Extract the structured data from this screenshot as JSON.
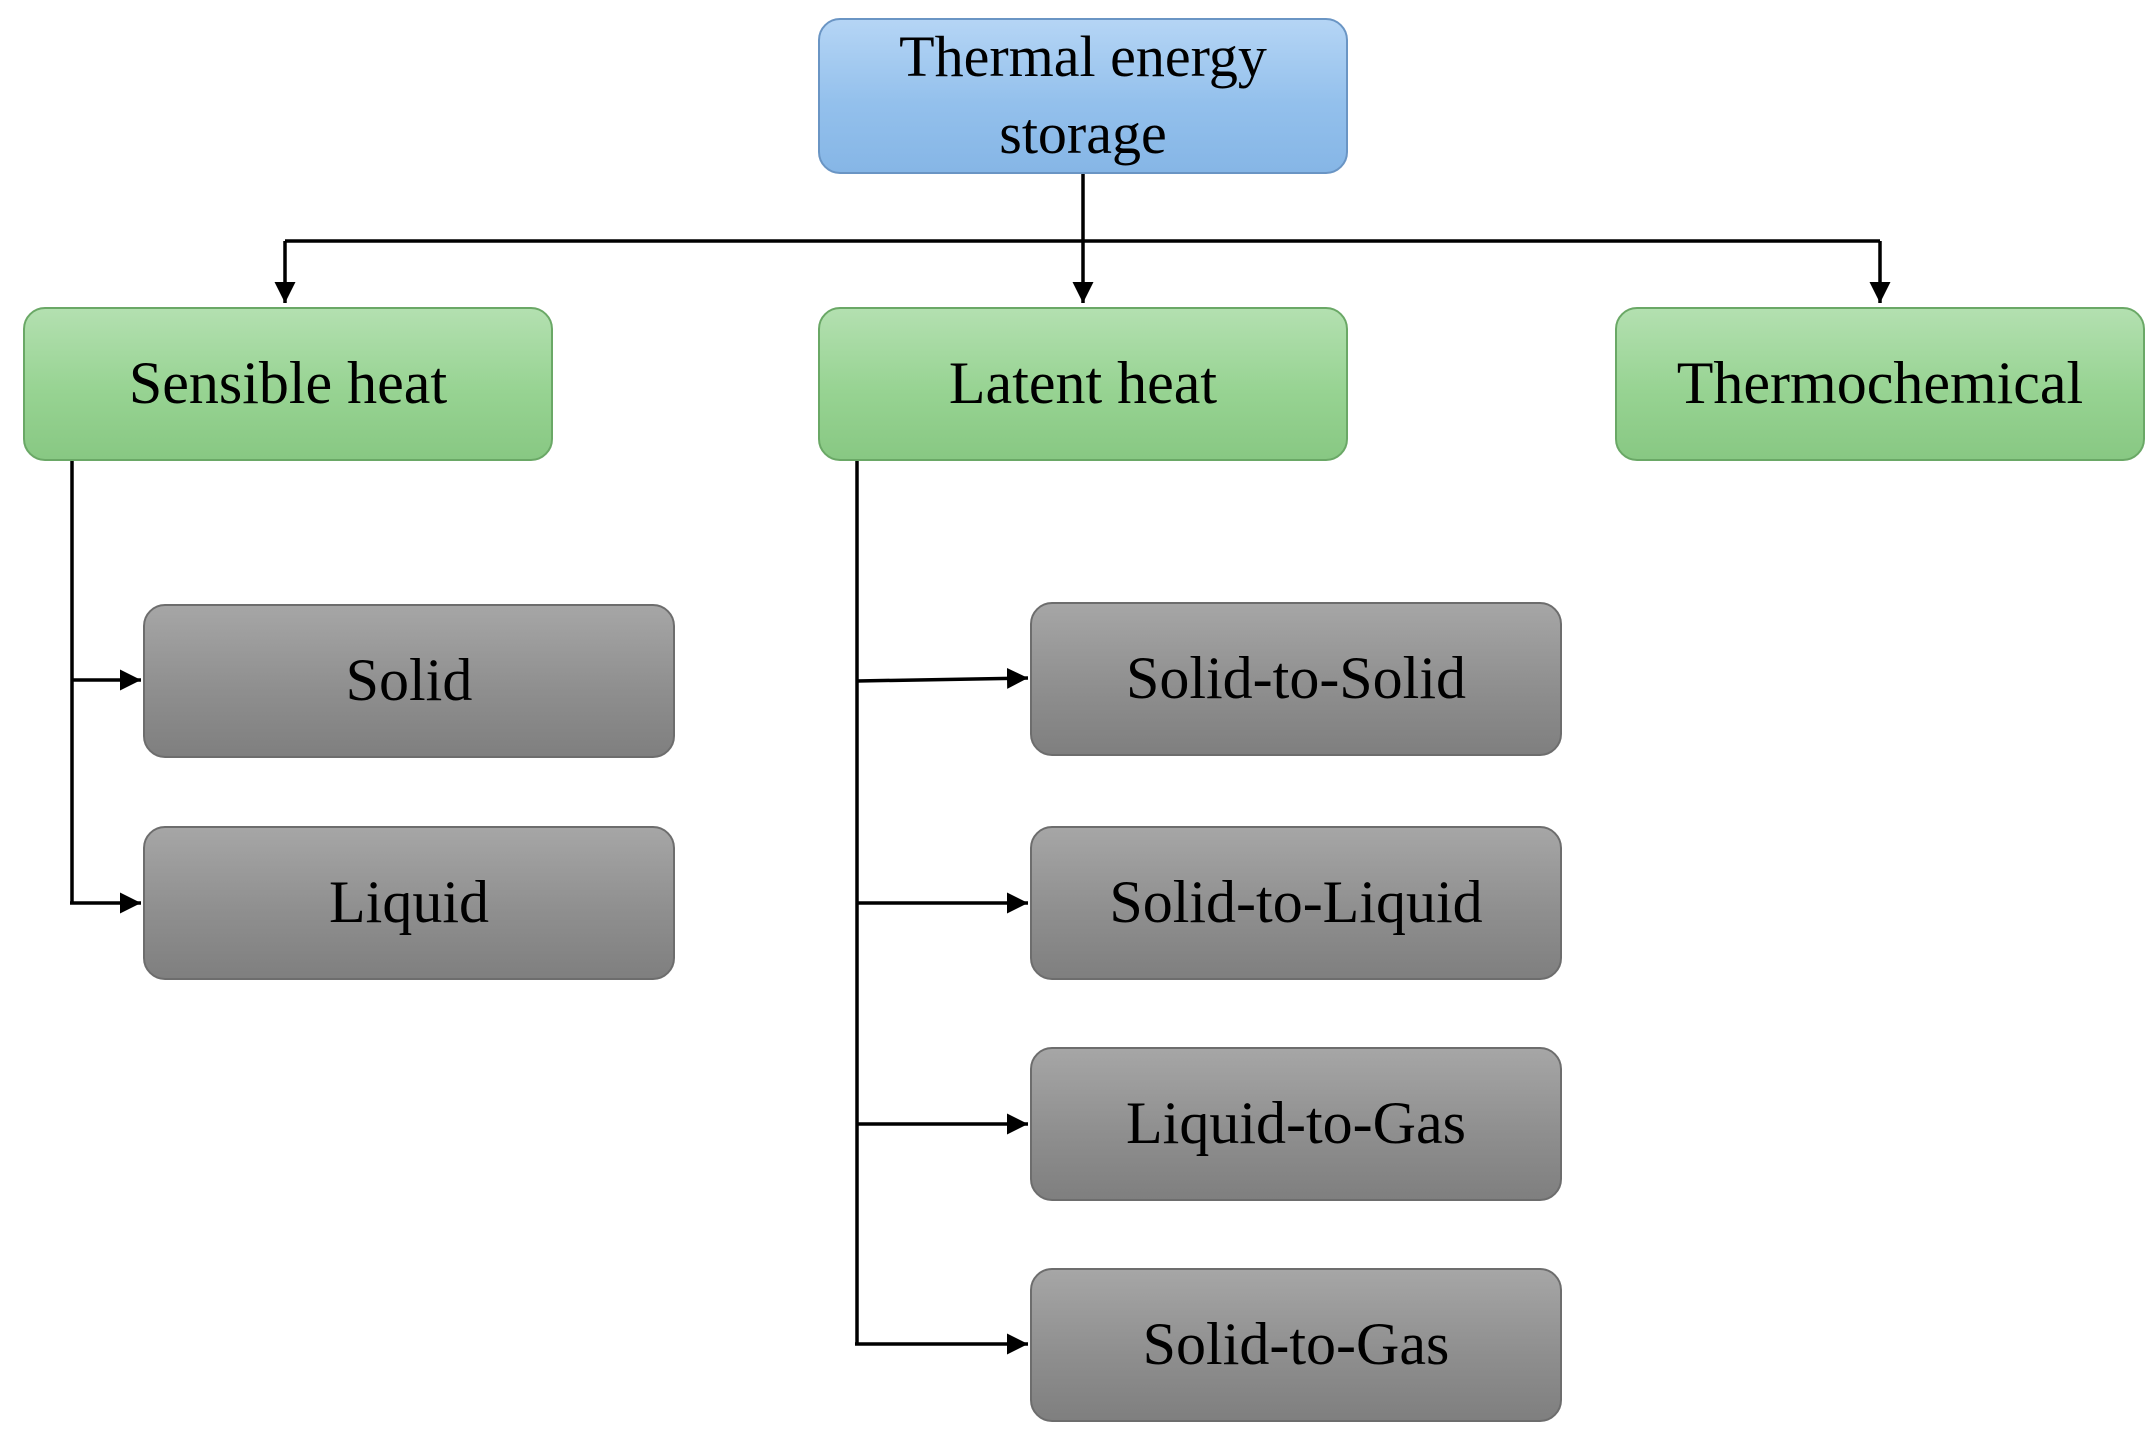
{
  "diagram": {
    "root": {
      "label": "Thermal energy storage"
    },
    "categories": [
      {
        "id": "sensible",
        "label": "Sensible heat"
      },
      {
        "id": "latent",
        "label": "Latent heat"
      },
      {
        "id": "thermochemical",
        "label": "Thermochemical"
      }
    ],
    "sensible_children": [
      {
        "label": "Solid"
      },
      {
        "label": "Liquid"
      }
    ],
    "latent_children": [
      {
        "label": "Solid-to-Solid"
      },
      {
        "label": "Solid-to-Liquid"
      },
      {
        "label": "Liquid-to-Gas"
      },
      {
        "label": "Solid-to-Gas"
      }
    ],
    "colors": {
      "root_fill": "#9dc6ee",
      "category_fill": "#9ed69a",
      "leaf_fill": "#8f8f8f",
      "connector": "#000000"
    }
  }
}
